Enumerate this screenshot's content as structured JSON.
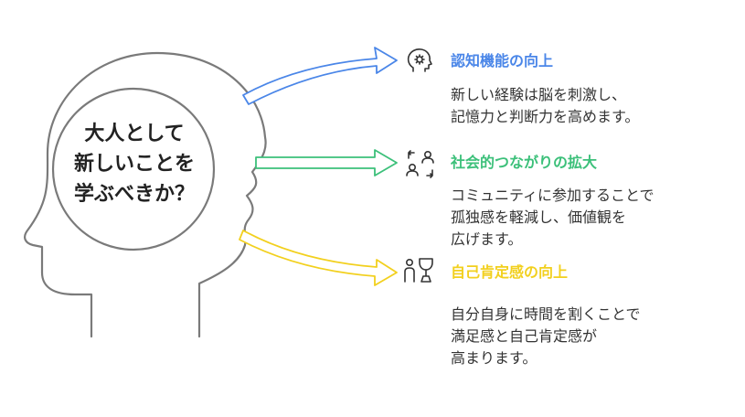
{
  "center": {
    "lines": [
      "大人として",
      "新しいことを",
      "学ぶべきか？"
    ]
  },
  "items": [
    {
      "icon": "brain-gear-icon",
      "title": "認知機能の向上",
      "color": "#4a86e8",
      "desc_lines": [
        "新しい経験は脳を刺激し、",
        "記憶力と判断力を高めます。"
      ]
    },
    {
      "icon": "people-exchange-icon",
      "title": "社会的つながりの拡大",
      "color": "#3cc07a",
      "desc_lines": [
        "コミュニティに参加することで",
        "孤独感を軽減し、価値観を",
        "広げます。"
      ]
    },
    {
      "icon": "person-trophy-icon",
      "title": "自己肯定感の向上",
      "color": "#f2d01e",
      "desc_lines": [
        "自分自身に時間を割くことで",
        "満足感と自己肯定感が",
        "高まります。"
      ]
    }
  ],
  "colors": {
    "outline": "#7a7a7a",
    "text": "#222222"
  }
}
